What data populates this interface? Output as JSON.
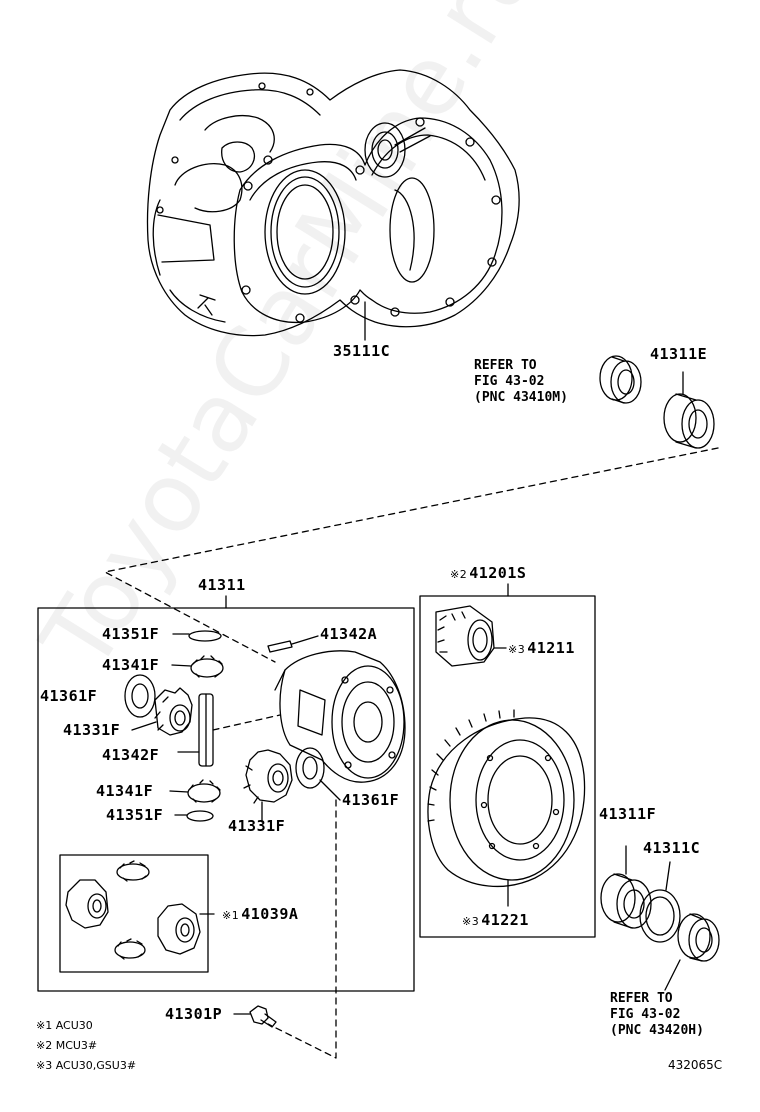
{
  "watermark": "ToyotaCarMine.ru",
  "parts": {
    "p35111C": "35111C",
    "p41311E": "41311E",
    "p41311": "41311",
    "p41351F_a": "41351F",
    "p41342A": "41342A",
    "p41341F_a": "41341F",
    "p41361F_a": "41361F",
    "p41331F_a": "41331F",
    "p41342F": "41342F",
    "p41341F_b": "41341F",
    "p41351F_b": "41351F",
    "p41331F_b": "41331F",
    "p41361F_b": "41361F",
    "p41039A": "41039A",
    "p41301P": "41301P",
    "p41201S": "41201S",
    "p41211": "41211",
    "p41221": "41221",
    "p41311F": "41311F",
    "p41311C": "41311C"
  },
  "marks": {
    "m1": "※1",
    "m2": "※2",
    "m3": "※3"
  },
  "refer_top": {
    "line1": "REFER TO",
    "line2": "FIG 43-02",
    "line3": "(PNC 43410M)"
  },
  "refer_bottom": {
    "line1": "REFER TO",
    "line2": "FIG 43-02",
    "line3": "(PNC 43420H)"
  },
  "notes": {
    "n1": "※1 ACU30",
    "n2": "※2 MCU3#",
    "n3": "※3 ACU30,GSU3#"
  },
  "figure_code": "432065C"
}
